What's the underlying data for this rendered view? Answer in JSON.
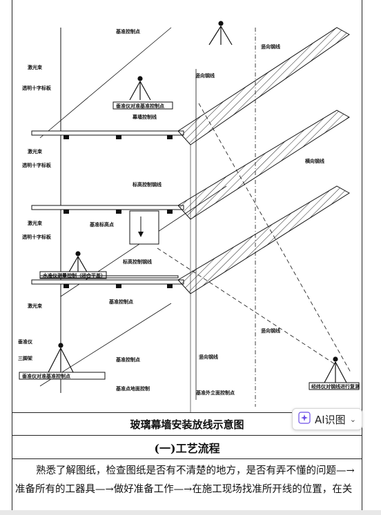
{
  "figure": {
    "labels": {
      "top_reference_point": "基准控制点",
      "vertical_line_top": "竖向钢线",
      "plumb_line_1": "激光束",
      "transparent_target_1": "透明十字标板",
      "vertical_line_mid": "竖向钢线",
      "instrument_1": "垂准仪对准基准控制点",
      "mullion_line": "幕墙控制线",
      "plumb_line_2": "激光束",
      "transparent_target_2": "透明十字标板",
      "horizontal_line": "横向钢线",
      "elevation_line": "标高控制钢线",
      "plumb_line_3": "激光束",
      "transparent_target_3": "透明十字标板",
      "reference_mark": "基准标高点",
      "elevation_line_2": "标高控制钢线",
      "level_instrument": "水准仪测量控制（闭合平差）",
      "lower_reference_point": "基准控制点",
      "plumb_line_4": "激光束",
      "vertical_line_low": "竖向钢线",
      "vertical_line_low2": "竖向钢线",
      "instrument_label": "垂准仪",
      "tripod_label": "三脚架",
      "instrument_2": "垂准仪对准基准控制点",
      "reference_control_point": "基准控制点",
      "ground_control_point": "基准点地面控制",
      "ground_control_point_2": "基准外立面控制点",
      "theodolite_label": "经纬仪对钢线进行复测"
    }
  },
  "caption": "玻璃幕墙安装放线示意图",
  "section_title": "(一)工艺流程",
  "paragraph": "熟悉了解图纸，检查图纸是否有不清楚的地方，是否有弄不懂的问题—→准备所有的工器具—→做好准备工作—→在施工现场找准所开线的位置，在关",
  "ai_button": {
    "label": "AI识图",
    "icon": "sparkle-icon"
  }
}
